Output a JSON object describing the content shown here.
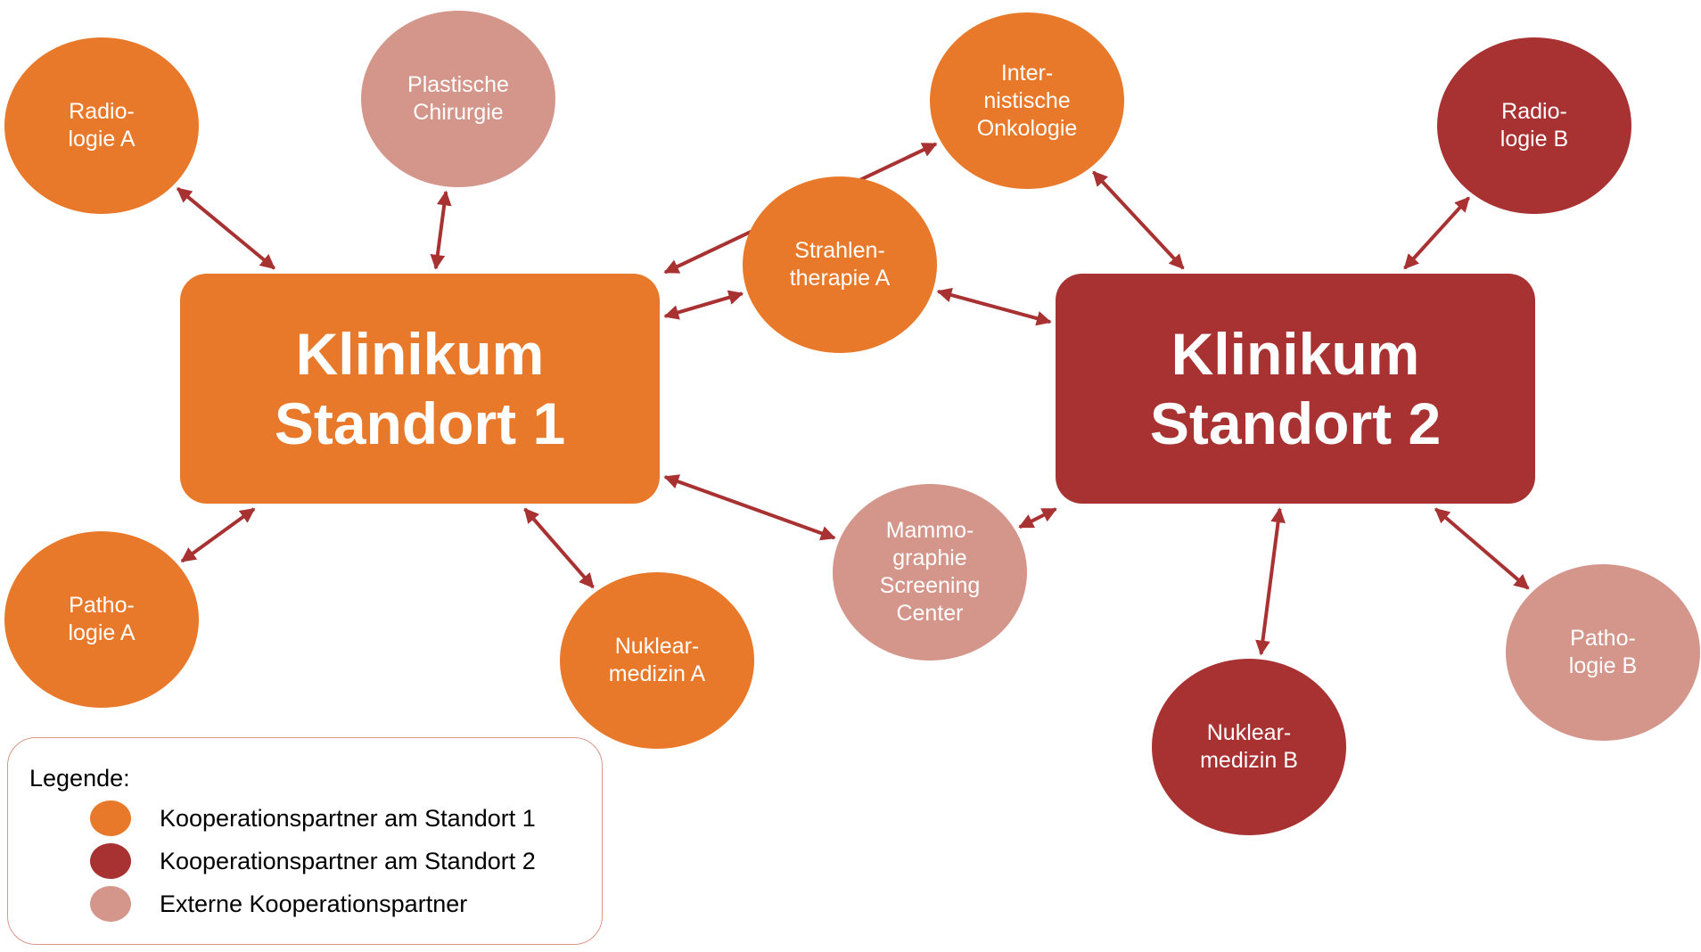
{
  "colors": {
    "standort1": "#e8792a",
    "standort2": "#a83232",
    "extern": "#d4958a",
    "arrow": "#a83232"
  },
  "hubs": [
    {
      "id": "hub1",
      "label": "Klinikum\nStandort 1",
      "group": "standort1"
    },
    {
      "id": "hub2",
      "label": "Klinikum\nStandort 2",
      "group": "standort2"
    }
  ],
  "partners": [
    {
      "id": "radiologie-a",
      "label": "Radio-\nlogie A",
      "group": "standort1"
    },
    {
      "id": "plastische-chirurgie",
      "label": "Plastische\nChirurgie",
      "group": "extern"
    },
    {
      "id": "internistische-onkologie",
      "label": "Inter-\nnistische\nOnkologie",
      "group": "standort1"
    },
    {
      "id": "radiologie-b",
      "label": "Radio-\nlogie B",
      "group": "standort2"
    },
    {
      "id": "strahlentherapie-a",
      "label": "Strahlen-\ntherapie A",
      "group": "standort1"
    },
    {
      "id": "pathologie-a",
      "label": "Patho-\nlogie A",
      "group": "standort1"
    },
    {
      "id": "nuklearmedizin-a",
      "label": "Nuklear-\nmedizin A",
      "group": "standort1"
    },
    {
      "id": "mammographie-screening-center",
      "label": "Mammo-\ngraphie\nScreening\nCenter",
      "group": "extern"
    },
    {
      "id": "pathologie-b",
      "label": "Patho-\nlogie B",
      "group": "extern"
    },
    {
      "id": "nuklearmedizin-b",
      "label": "Nuklear-\nmedizin B",
      "group": "standort2"
    }
  ],
  "connections": [
    {
      "from": "radiologie-a",
      "to": "hub1"
    },
    {
      "from": "plastische-chirurgie",
      "to": "hub1"
    },
    {
      "from": "internistische-onkologie",
      "to": "hub1"
    },
    {
      "from": "strahlentherapie-a",
      "to": "hub1"
    },
    {
      "from": "pathologie-a",
      "to": "hub1"
    },
    {
      "from": "nuklearmedizin-a",
      "to": "hub1"
    },
    {
      "from": "mammographie-screening-center",
      "to": "hub1"
    },
    {
      "from": "internistische-onkologie",
      "to": "hub2"
    },
    {
      "from": "radiologie-b",
      "to": "hub2"
    },
    {
      "from": "strahlentherapie-a",
      "to": "hub2"
    },
    {
      "from": "mammographie-screening-center",
      "to": "hub2"
    },
    {
      "from": "nuklearmedizin-b",
      "to": "hub2"
    },
    {
      "from": "pathologie-b",
      "to": "hub2"
    }
  ],
  "legend": {
    "title": "Legende:",
    "items": [
      {
        "label": "Kooperationspartner am Standort 1",
        "group": "standort1"
      },
      {
        "label": "Kooperationspartner am Standort 2",
        "group": "standort2"
      },
      {
        "label": "Externe Kooperationspartner",
        "group": "extern"
      }
    ]
  }
}
